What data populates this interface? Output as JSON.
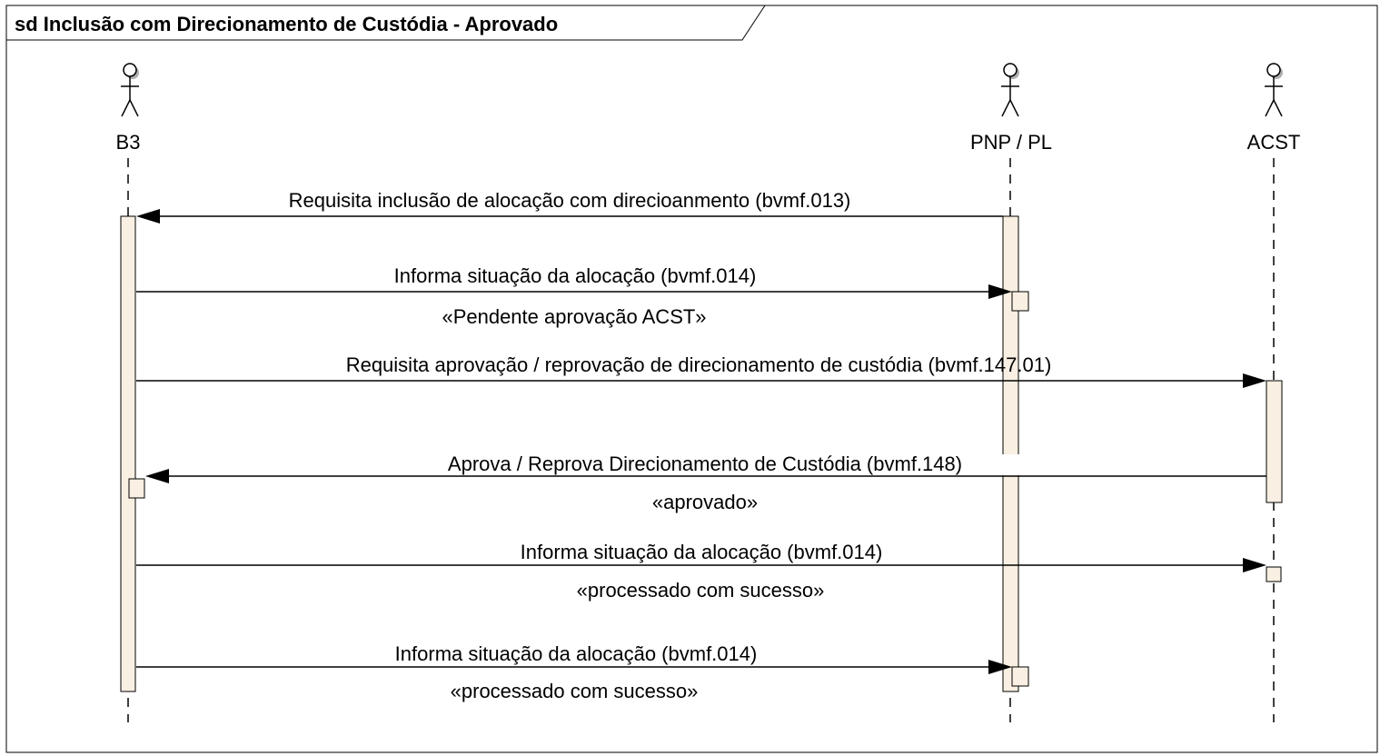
{
  "frame": {
    "title": "sd Inclusão com Direcionamento de Custódia - Aprovado"
  },
  "actors": [
    {
      "id": "b3",
      "name": "B3"
    },
    {
      "id": "pnp",
      "name": "PNP / PL"
    },
    {
      "id": "acst",
      "name": "ACST"
    }
  ],
  "messages": [
    {
      "from": "pnp",
      "to": "b3",
      "label": "Requisita inclusão de alocação com direcioanmento (bvmf.013)",
      "stereotype": ""
    },
    {
      "from": "b3",
      "to": "pnp",
      "label": "Informa situação da alocação (bvmf.014)",
      "stereotype": "«Pendente aprovação ACST»"
    },
    {
      "from": "b3",
      "to": "acst",
      "label": "Requisita aprovação / reprovação de direcionamento de custódia (bvmf.147.01)",
      "stereotype": ""
    },
    {
      "from": "acst",
      "to": "b3",
      "label": "Aprova / Reprova Direcionamento de Custódia (bvmf.148)",
      "stereotype": "«aprovado»"
    },
    {
      "from": "b3",
      "to": "acst",
      "label": "Informa situação da alocação  (bvmf.014)",
      "stereotype": "«processado com sucesso»"
    },
    {
      "from": "b3",
      "to": "pnp",
      "label": "Informa situação da alocação (bvmf.014)",
      "stereotype": "«processado com sucesso»"
    }
  ],
  "colors": {
    "activation_fill": "#f9efe2",
    "line": "#000000",
    "actor_shadow": "#b0b0b0"
  }
}
